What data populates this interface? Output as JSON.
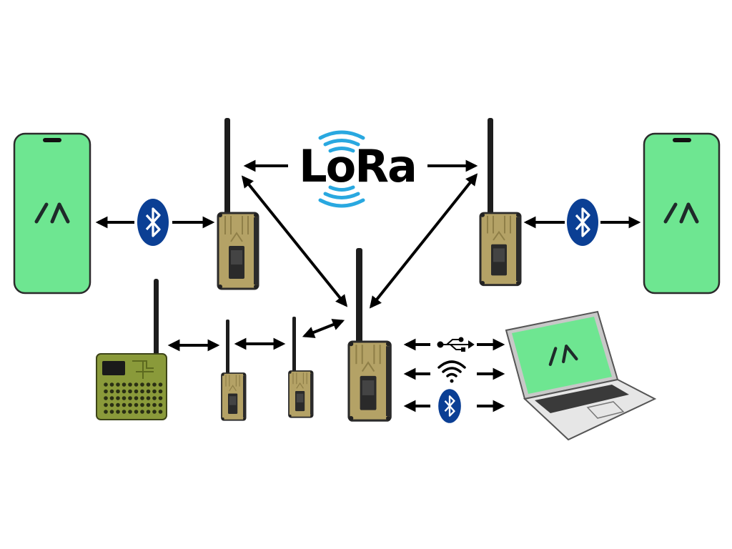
{
  "title_logo": {
    "text": "LoRa",
    "wave_color": "#29a8e0",
    "text_color": "#000000"
  },
  "colors": {
    "screen_green": "#6ee691",
    "radio_tan": "#b4a266",
    "radio_dark": "#2b2b2b",
    "keypad_olive": "#8a9a3a",
    "bluetooth_blue": "#0b3f94",
    "arrow": "#000000"
  },
  "nodes": [
    {
      "id": "phone-left",
      "kind": "smartphone",
      "icon": "app-logo-icon"
    },
    {
      "id": "phone-right",
      "kind": "smartphone",
      "icon": "app-logo-icon"
    },
    {
      "id": "radio-top-left",
      "kind": "lora-radio"
    },
    {
      "id": "radio-top-right",
      "kind": "lora-radio"
    },
    {
      "id": "radio-center",
      "kind": "lora-radio"
    },
    {
      "id": "radio-small-1",
      "kind": "lora-radio"
    },
    {
      "id": "radio-small-2",
      "kind": "lora-radio"
    },
    {
      "id": "keypad-device",
      "kind": "keypad-communicator"
    },
    {
      "id": "laptop",
      "kind": "laptop",
      "icon": "app-logo-icon"
    }
  ],
  "links": [
    {
      "from": "phone-left",
      "to": "radio-top-left",
      "via": "bluetooth-icon"
    },
    {
      "from": "radio-top-right",
      "to": "phone-right",
      "via": "bluetooth-icon"
    },
    {
      "from": "radio-top-left",
      "to": "radio-top-right",
      "via": "LoRa"
    },
    {
      "from": "radio-top-left",
      "to": "radio-center"
    },
    {
      "from": "radio-top-right",
      "to": "radio-center"
    },
    {
      "from": "keypad-device",
      "to": "radio-small-1"
    },
    {
      "from": "radio-small-1",
      "to": "radio-small-2"
    },
    {
      "from": "radio-small-2",
      "to": "radio-center"
    },
    {
      "from": "radio-center",
      "to": "laptop",
      "via": "usb-icon"
    },
    {
      "from": "radio-center",
      "to": "laptop",
      "via": "wifi-icon"
    },
    {
      "from": "radio-center",
      "to": "laptop",
      "via": "bluetooth-icon"
    }
  ]
}
